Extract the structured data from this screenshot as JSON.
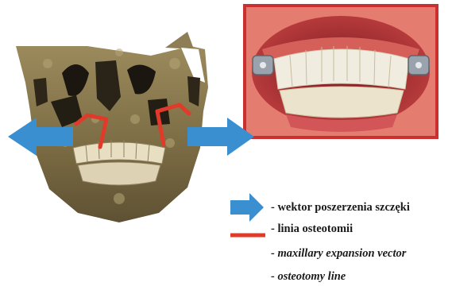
{
  "legend": {
    "expansion_vector_pl": "- wektor poszerzenia szczęki",
    "osteotomy_line_pl": "- linia osteotomii",
    "expansion_vector_en": "- maxillary expansion vector",
    "osteotomy_line_en": "- osteotomy line"
  },
  "colors": {
    "expansion_arrow": "#3a8fd0",
    "osteotomy_line": "#e03b2a",
    "skull_bone": "#8a7a52",
    "photo_gums": "#c63a3c"
  },
  "icons": {
    "skull": "3d-skull-render",
    "photo": "intraoral-photo",
    "arrow": "blue-double-arrow",
    "line": "red-osteotomy-line"
  }
}
